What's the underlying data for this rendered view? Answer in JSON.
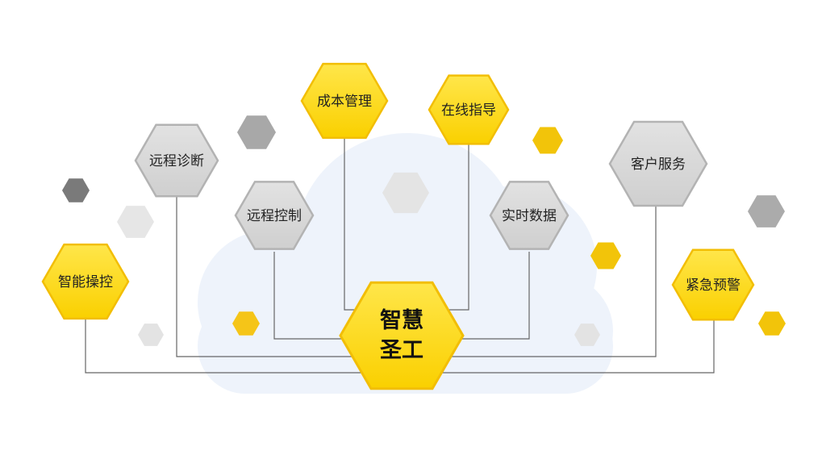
{
  "center": {
    "line1": "智慧",
    "line2": "圣工"
  },
  "nodes": [
    {
      "key": "smart-control",
      "label": "智能操控",
      "color": "yellow"
    },
    {
      "key": "remote-diagnosis",
      "label": "远程诊断",
      "color": "gray"
    },
    {
      "key": "remote-control",
      "label": "远程控制",
      "color": "gray"
    },
    {
      "key": "cost-management",
      "label": "成本管理",
      "color": "yellow"
    },
    {
      "key": "online-guidance",
      "label": "在线指导",
      "color": "yellow"
    },
    {
      "key": "realtime-data",
      "label": "实时数据",
      "color": "gray"
    },
    {
      "key": "customer-service",
      "label": "客户服务",
      "color": "gray"
    },
    {
      "key": "emergency-warning",
      "label": "紧急预警",
      "color": "yellow"
    }
  ],
  "colors": {
    "yellow_fill": "#FFDD0A",
    "yellow_stroke": "#F2BE05",
    "gray_fill": "#D9D9D9",
    "gray_stroke": "#B3B3B3",
    "connector": "#666666",
    "cloud": "#EEF3FB"
  }
}
